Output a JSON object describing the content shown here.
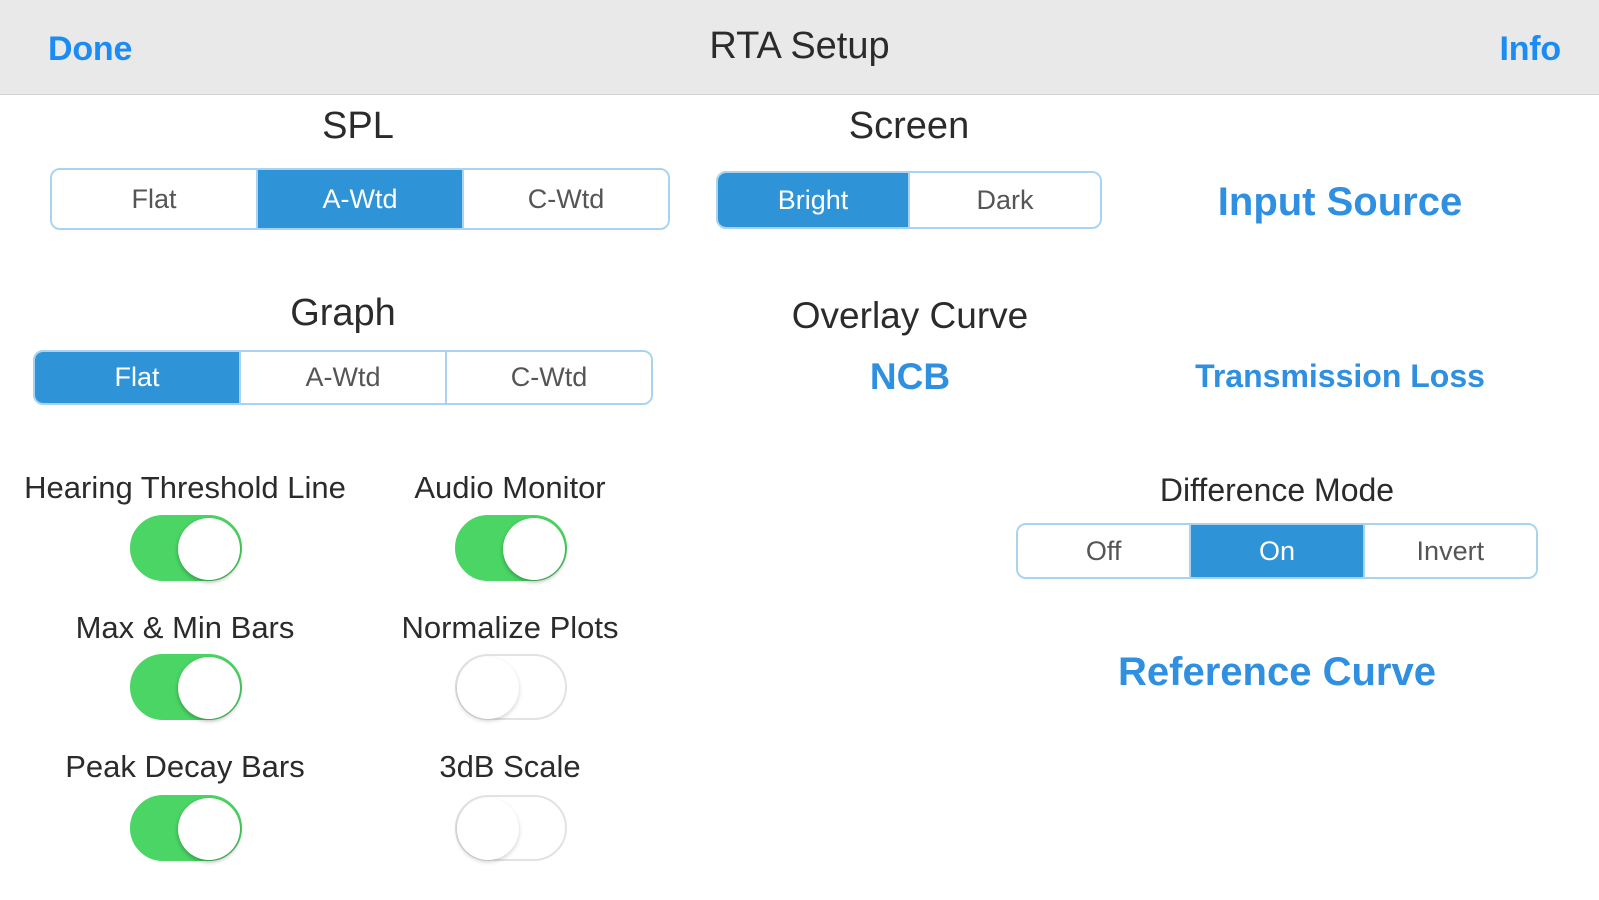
{
  "navbar": {
    "done_label": "Done",
    "title": "RTA Setup",
    "info_label": "Info"
  },
  "colors": {
    "accent_blue": "#2f93d8",
    "link_blue": "#2f8fe0",
    "toggle_on_green": "#4bd564",
    "navbar_background": "#e9e9e9",
    "segment_border": "#a8d4f0"
  },
  "spl": {
    "label": "SPL",
    "options": [
      "Flat",
      "A-Wtd",
      "C-Wtd"
    ],
    "selected": "A-Wtd"
  },
  "screen": {
    "label": "Screen",
    "options": [
      "Bright",
      "Dark"
    ],
    "selected": "Bright"
  },
  "input_source": {
    "label": "Input Source"
  },
  "graph": {
    "label": "Graph",
    "options": [
      "Flat",
      "A-Wtd",
      "C-Wtd"
    ],
    "selected": "Flat"
  },
  "overlay_curve": {
    "label": "Overlay Curve",
    "value": "NCB"
  },
  "transmission_loss": {
    "label": "Transmission Loss"
  },
  "difference_mode": {
    "label": "Difference Mode",
    "options": [
      "Off",
      "On",
      "Invert"
    ],
    "selected": "On"
  },
  "reference_curve": {
    "label": "Reference Curve"
  },
  "toggles": [
    {
      "label": "Hearing Threshold Line",
      "state": "on"
    },
    {
      "label": "Audio Monitor",
      "state": "on"
    },
    {
      "label": "Max & Min Bars",
      "state": "on"
    },
    {
      "label": "Normalize Plots",
      "state": "off"
    },
    {
      "label": "Peak Decay Bars",
      "state": "on"
    },
    {
      "label": "3dB Scale",
      "state": "off"
    }
  ]
}
